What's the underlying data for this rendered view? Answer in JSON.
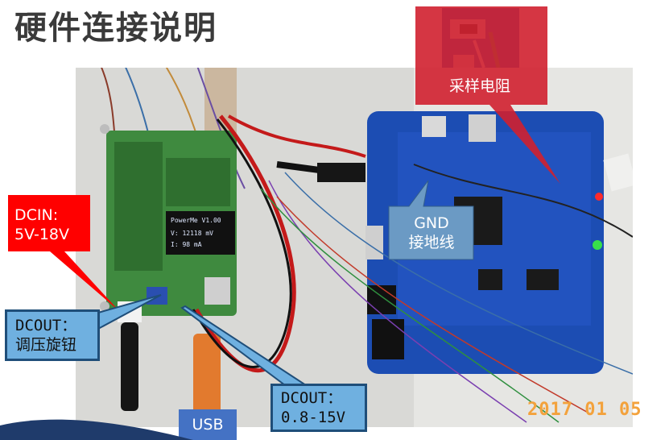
{
  "title": "硬件连接说明",
  "callouts": {
    "dcin": {
      "line1": "DCIN:",
      "line2": "5V-18V"
    },
    "dcout_knob": {
      "line1": "DCOUT：",
      "line2": "调压旋钮"
    },
    "gnd": {
      "line1": "GND",
      "line2": "接地线"
    },
    "sample_resistor": {
      "label": "采样电阻"
    },
    "dcout_range": {
      "line1": "DCOUT：",
      "line2": "0.8-15V"
    },
    "usb": {
      "label": "USB"
    }
  },
  "screen": {
    "line1": "PowerMe V1.00",
    "line2": "V: 12118 mV",
    "line3": "I:    98 mA"
  },
  "timestamp": "2017 01 05",
  "colors": {
    "red": "#ff0000",
    "steel_blue": "#6b9ac4",
    "light_blue": "#6fb0e0",
    "crimson": "#d0202f",
    "usb_blue": "#4472c4",
    "date_orange": "#f3a23c"
  }
}
